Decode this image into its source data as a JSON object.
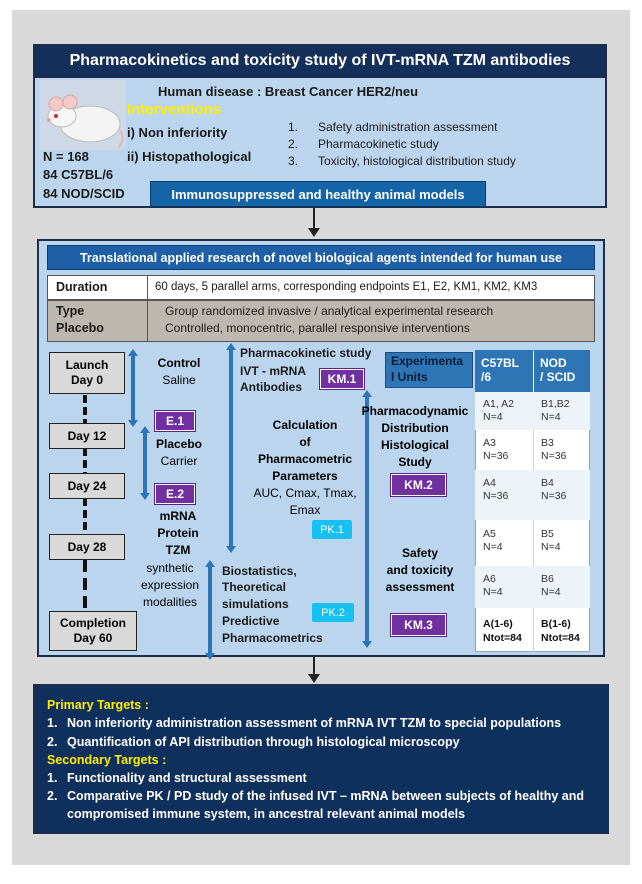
{
  "top": {
    "title": "Pharmacokinetics and toxicity study of IVT-mRNA TZM antibodies",
    "disease": "Human disease : Breast Cancer HER2/neu",
    "interventions_heading": "Interventions",
    "intervention_1": "i) Non inferiority",
    "intervention_2": "ii) Histopathological",
    "n_total": "N = 168",
    "n_c57": "84 C57BL/6",
    "n_nod": "84 NOD/SCID",
    "aims": [
      {
        "num": "1.",
        "text": "Safety administration assessment"
      },
      {
        "num": "2.",
        "text": "Pharmacokinetic study"
      },
      {
        "num": "3.",
        "text": "Toxicity, histological distribution study"
      }
    ],
    "models_label": "Immunosuppressed and healthy animal models"
  },
  "middle": {
    "title": "Translational applied research of novel biological agents intended for human use",
    "duration_label": "Duration",
    "duration_value": "60 days, 5 parallel arms, corresponding endpoints E1, E2, KM1, KM2, KM3",
    "type_label": "Type",
    "placebo_label": "Placebo",
    "type_value": "Group randomized invasive / analytical experimental research",
    "placebo_value": "Controlled, monocentric, parallel  responsive interventions",
    "days": {
      "launch": "Launch",
      "day0": "Day 0",
      "day12": "Day 12",
      "day24": "Day 24",
      "day28": "Day 28",
      "completion": "Completion",
      "day60": "Day 60"
    },
    "control": "Control",
    "saline": "Saline",
    "placebo": "Placebo",
    "carrier": "Carrier",
    "mrna": "mRNA",
    "protein": "Protein",
    "tzm": "TZM",
    "synthetic": "synthetic",
    "expression": "expression",
    "modalities": "modalities",
    "e1": "E.1",
    "e2": "E.2",
    "pk_study": "Pharmacokinetic study",
    "ivt_mrna": "IVT - mRNA",
    "antibodies": "Antibodies",
    "km1": "KM.1",
    "calc_lines": [
      "Calculation",
      "of",
      "Pharmacometric",
      "Parameters"
    ],
    "params_1": "AUC, Cmax, Tmax,",
    "params_2": "Emax",
    "pk1": "PK.1",
    "pk2": "PK.2",
    "bio_lines": [
      "Biostatistics,",
      "Theoretical",
      "simulations",
      "Predictive",
      "Pharmacometrics"
    ],
    "pd_lines": [
      "Pharmacodynamic",
      "Distribution",
      "Histological",
      "Study"
    ],
    "km2": "KM.2",
    "safety_lines": [
      "Safety",
      "and toxicity",
      "assessment"
    ],
    "km3": "KM.3",
    "exp_units_1": "Experimenta",
    "exp_units_2": "l Units"
  },
  "table": {
    "col_a_1": "C57BL",
    "col_a_2": "/6",
    "col_b_1": "NOD",
    "col_b_2": "/ SCID",
    "rows": [
      {
        "a1": "A1, A2",
        "a2": "N=4",
        "b1": "B1,B2",
        "b2": "N=4"
      },
      {
        "a1": "A3",
        "a2": "N=36",
        "b1": "B3",
        "b2": "N=36"
      },
      {
        "a1": "A4",
        "a2": "N=36",
        "b1": "B4",
        "b2": "N=36"
      },
      {
        "a1": "A5",
        "a2": "N=4",
        "b1": "B5",
        "b2": "N=4"
      },
      {
        "a1": "A6",
        "a2": "N=4",
        "b1": "B6",
        "b2": "N=4"
      }
    ],
    "total_a1": "A(1-6)",
    "total_a2": "Ntot=84",
    "total_b1": "B(1-6)",
    "total_b2": "Ntot=84"
  },
  "bottom": {
    "primary_heading": "Primary Targets :",
    "primary": [
      {
        "num": "1.",
        "text": "Non inferiority administration assessment of mRNA IVT TZM to special populations"
      },
      {
        "num": "2.",
        "text": "Quantification of API distribution through histological microscopy"
      }
    ],
    "secondary_heading": "Secondary Targets :",
    "secondary": [
      {
        "num": "1.",
        "text": "Functionality and structural assessment"
      },
      {
        "num": "2.",
        "text": "Comparative  PK / PD study of the infused IVT – mRNA between subjects of healthy and"
      }
    ],
    "secondary_cont": "compromised  immune system, in ancestral relevant animal models"
  },
  "colors": {
    "navy": "#14305a",
    "panel_blue": "#bcd5ee",
    "purple_tag": "#7030a0",
    "cyan_tag": "#16c0f0",
    "yellow_text": "#ffee00",
    "arrow_blue": "#2e75b6"
  }
}
